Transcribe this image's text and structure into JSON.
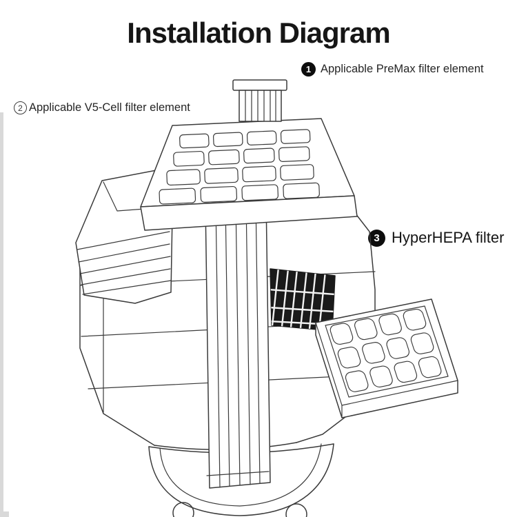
{
  "title": "Installation Diagram",
  "labels": {
    "premax": {
      "number": "1",
      "text": "Applicable PreMax filter element"
    },
    "v5cell": {
      "number": "2",
      "text": "Applicable V5-Cell filter element"
    },
    "hyperhepa": {
      "number": "3",
      "text": "HyperHEPA filter"
    }
  },
  "colors": {
    "line": "#3a3a3a",
    "grille": "#1a1a1a",
    "title": "#161616",
    "badge_fill": "#0d0d0d",
    "badge_text": "#ffffff",
    "artifact": "#d9d9d9",
    "page": "#ffffff"
  }
}
